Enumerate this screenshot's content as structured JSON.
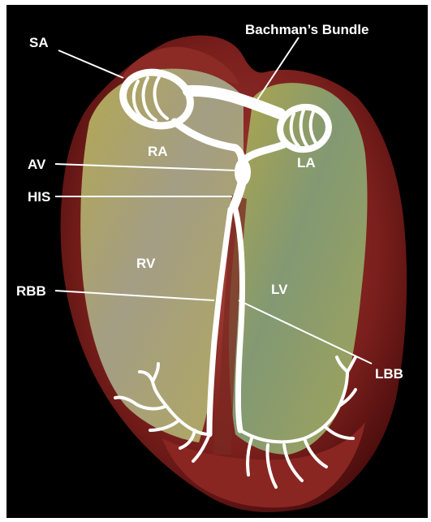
{
  "labels": {
    "sa": "SA",
    "bachmans_bundle": "Bachman’s Bundle",
    "ra": "RA",
    "la": "LA",
    "av": "AV",
    "his": "HIS",
    "rv": "RV",
    "lv": "LV",
    "rbb": "RBB",
    "lbb": "LBB"
  },
  "colors": {
    "background": "#000000",
    "frame": "#ffffff",
    "myocardium": "#7a1f1c",
    "right_chamber_tissue": "#a8a882",
    "left_chamber_tissue": "#7f9a6a",
    "conduction_path": "#ffffff",
    "label_text": "#ffffff"
  }
}
